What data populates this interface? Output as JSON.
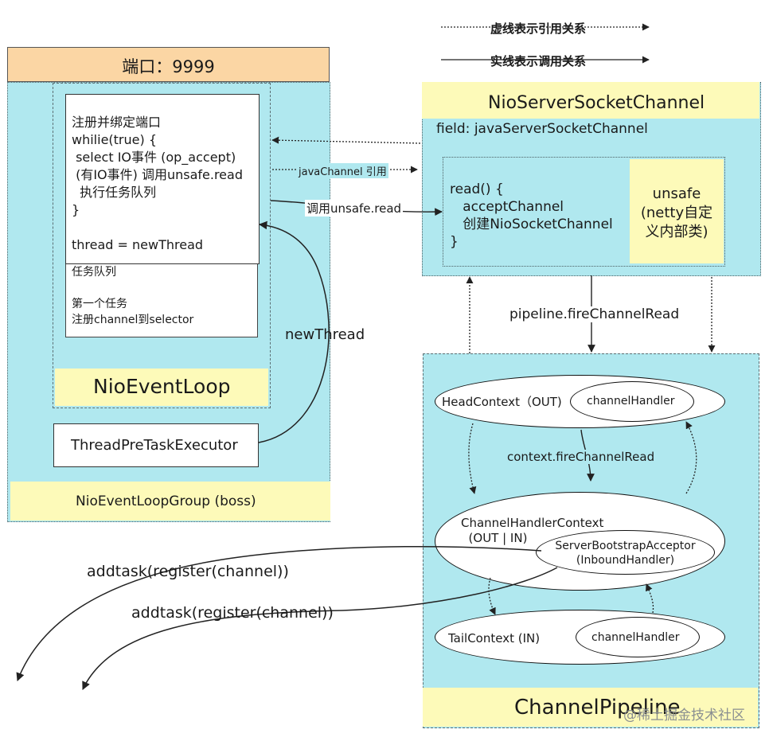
{
  "legend": {
    "dotted": "虚线表示引用关系",
    "solid": "实线表示调用关系"
  },
  "port": "端口：9999",
  "event_loop_group": {
    "label": "NioEventLoopGroup (boss)",
    "event_loop": {
      "label": "NioEventLoop",
      "code": "注册并绑定端口\nwhilie(true) {\n select IO事件 (op_accept)\n (有IO事件) 调用unsafe.read\n  执行任务队列\n}\n\nthread = newThread",
      "task_queue": "任务队列\n\n第一个任务\n注册channel到selector"
    },
    "executor": "ThreadPreTaskExecutor",
    "new_thread": "newThread"
  },
  "server_channel": {
    "title": "NioServerSocketChannel",
    "field": "field:  javaServerSocketChannel",
    "read_code": "read() {\n   acceptChannel\n   创建NioSocketChannel\n}",
    "unsafe": "unsafe\n(netty自定\n义内部类)"
  },
  "arrows": {
    "java_channel": "javaChannel 引用",
    "call_unsafe_read": "调用unsafe.read",
    "fire_channel_read": "pipeline.fireChannelRead",
    "context_fire": "context.fireChannelRead",
    "addtask_1": "addtask(register(channel))",
    "addtask_2": "addtask(register(channel))"
  },
  "pipeline": {
    "label": "ChannelPipeline",
    "head": {
      "label": "HeadContext（OUT)",
      "handler": "channelHandler"
    },
    "middle": {
      "label": "ChannelHandlerContext\n  (OUT | IN)",
      "handler": "ServerBootstrapAcceptor\n(InboundHandler)"
    },
    "tail": {
      "label": "TailContext  (IN)",
      "handler": "channelHandler"
    }
  },
  "watermark": "@稀土掘金技术社区"
}
